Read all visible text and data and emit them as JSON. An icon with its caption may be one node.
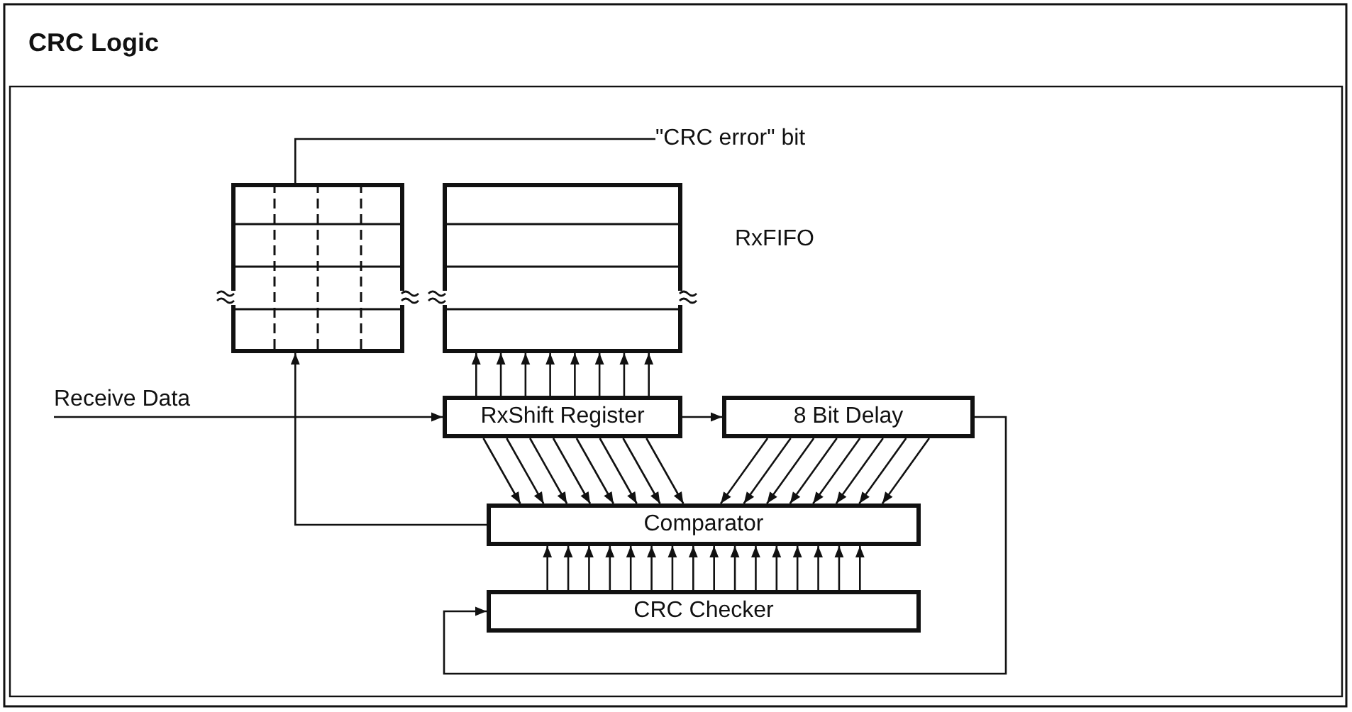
{
  "diagram": {
    "title": "CRC Logic",
    "nodes": [
      {
        "text": [],
        "shape": "box"
      },
      {
        "text": [],
        "shape": "box",
        "beside": [
          "RxFIFO"
        ]
      },
      {
        "text": [
          "\"CRC error\" bit"
        ]
      },
      {
        "text": [
          "Receive Data"
        ]
      },
      {
        "text": [
          "RxShift Register"
        ]
      },
      {
        "text": [
          "8 Bit Delay"
        ]
      },
      {
        "text": [
          "Comparator"
        ]
      },
      {
        "text": [
          "CRC Checker"
        ]
      }
    ],
    "edges": [
      {
        "from": 0,
        "to": 2,
        "arrow": "none"
      },
      {
        "from": 3,
        "to": 4,
        "arrow": "to"
      },
      {
        "from": 4,
        "to": 5,
        "arrow": "to"
      },
      {
        "from": 6,
        "to": 0,
        "arrow": "to"
      },
      {
        "from": 5,
        "to": 7,
        "arrow": "to"
      },
      {
        "from": 4,
        "to": 1,
        "arrow": "to"
      },
      {
        "from": 4,
        "to": 1,
        "arrow": "to"
      },
      {
        "from": 4,
        "to": 1,
        "arrow": "to"
      },
      {
        "from": 4,
        "to": 1,
        "arrow": "to"
      },
      {
        "from": 4,
        "to": 1,
        "arrow": "to"
      },
      {
        "from": 4,
        "to": 1,
        "arrow": "to"
      },
      {
        "from": 4,
        "to": 1,
        "arrow": "to"
      },
      {
        "from": 4,
        "to": 1,
        "arrow": "to"
      },
      {
        "from": 4,
        "to": 6,
        "arrow": "to"
      },
      {
        "from": 4,
        "to": 6,
        "arrow": "to"
      },
      {
        "from": 4,
        "to": 6,
        "arrow": "to"
      },
      {
        "from": 4,
        "to": 6,
        "arrow": "to"
      },
      {
        "from": 4,
        "to": 6,
        "arrow": "to"
      },
      {
        "from": 4,
        "to": 6,
        "arrow": "to"
      },
      {
        "from": 4,
        "to": 6,
        "arrow": "to"
      },
      {
        "from": 4,
        "to": 6,
        "arrow": "to"
      },
      {
        "from": 5,
        "to": 6,
        "arrow": "to"
      },
      {
        "from": 5,
        "to": 6,
        "arrow": "to"
      },
      {
        "from": 5,
        "to": 6,
        "arrow": "to"
      },
      {
        "from": 5,
        "to": 6,
        "arrow": "to"
      },
      {
        "from": 5,
        "to": 6,
        "arrow": "to"
      },
      {
        "from": 5,
        "to": 6,
        "arrow": "to"
      },
      {
        "from": 5,
        "to": 6,
        "arrow": "to"
      },
      {
        "from": 5,
        "to": 6,
        "arrow": "to"
      },
      {
        "from": 7,
        "to": 6,
        "arrow": "to"
      },
      {
        "from": 7,
        "to": 6,
        "arrow": "to"
      },
      {
        "from": 7,
        "to": 6,
        "arrow": "to"
      },
      {
        "from": 7,
        "to": 6,
        "arrow": "to"
      },
      {
        "from": 7,
        "to": 6,
        "arrow": "to"
      },
      {
        "from": 7,
        "to": 6,
        "arrow": "to"
      },
      {
        "from": 7,
        "to": 6,
        "arrow": "to"
      },
      {
        "from": 7,
        "to": 6,
        "arrow": "to"
      },
      {
        "from": 7,
        "to": 6,
        "arrow": "to"
      },
      {
        "from": 7,
        "to": 6,
        "arrow": "to"
      },
      {
        "from": 7,
        "to": 6,
        "arrow": "to"
      },
      {
        "from": 7,
        "to": 6,
        "arrow": "to"
      },
      {
        "from": 7,
        "to": 6,
        "arrow": "to"
      },
      {
        "from": 7,
        "to": 6,
        "arrow": "to"
      },
      {
        "from": 7,
        "to": 6,
        "arrow": "to"
      },
      {
        "from": 7,
        "to": 6,
        "arrow": "to"
      }
    ]
  }
}
